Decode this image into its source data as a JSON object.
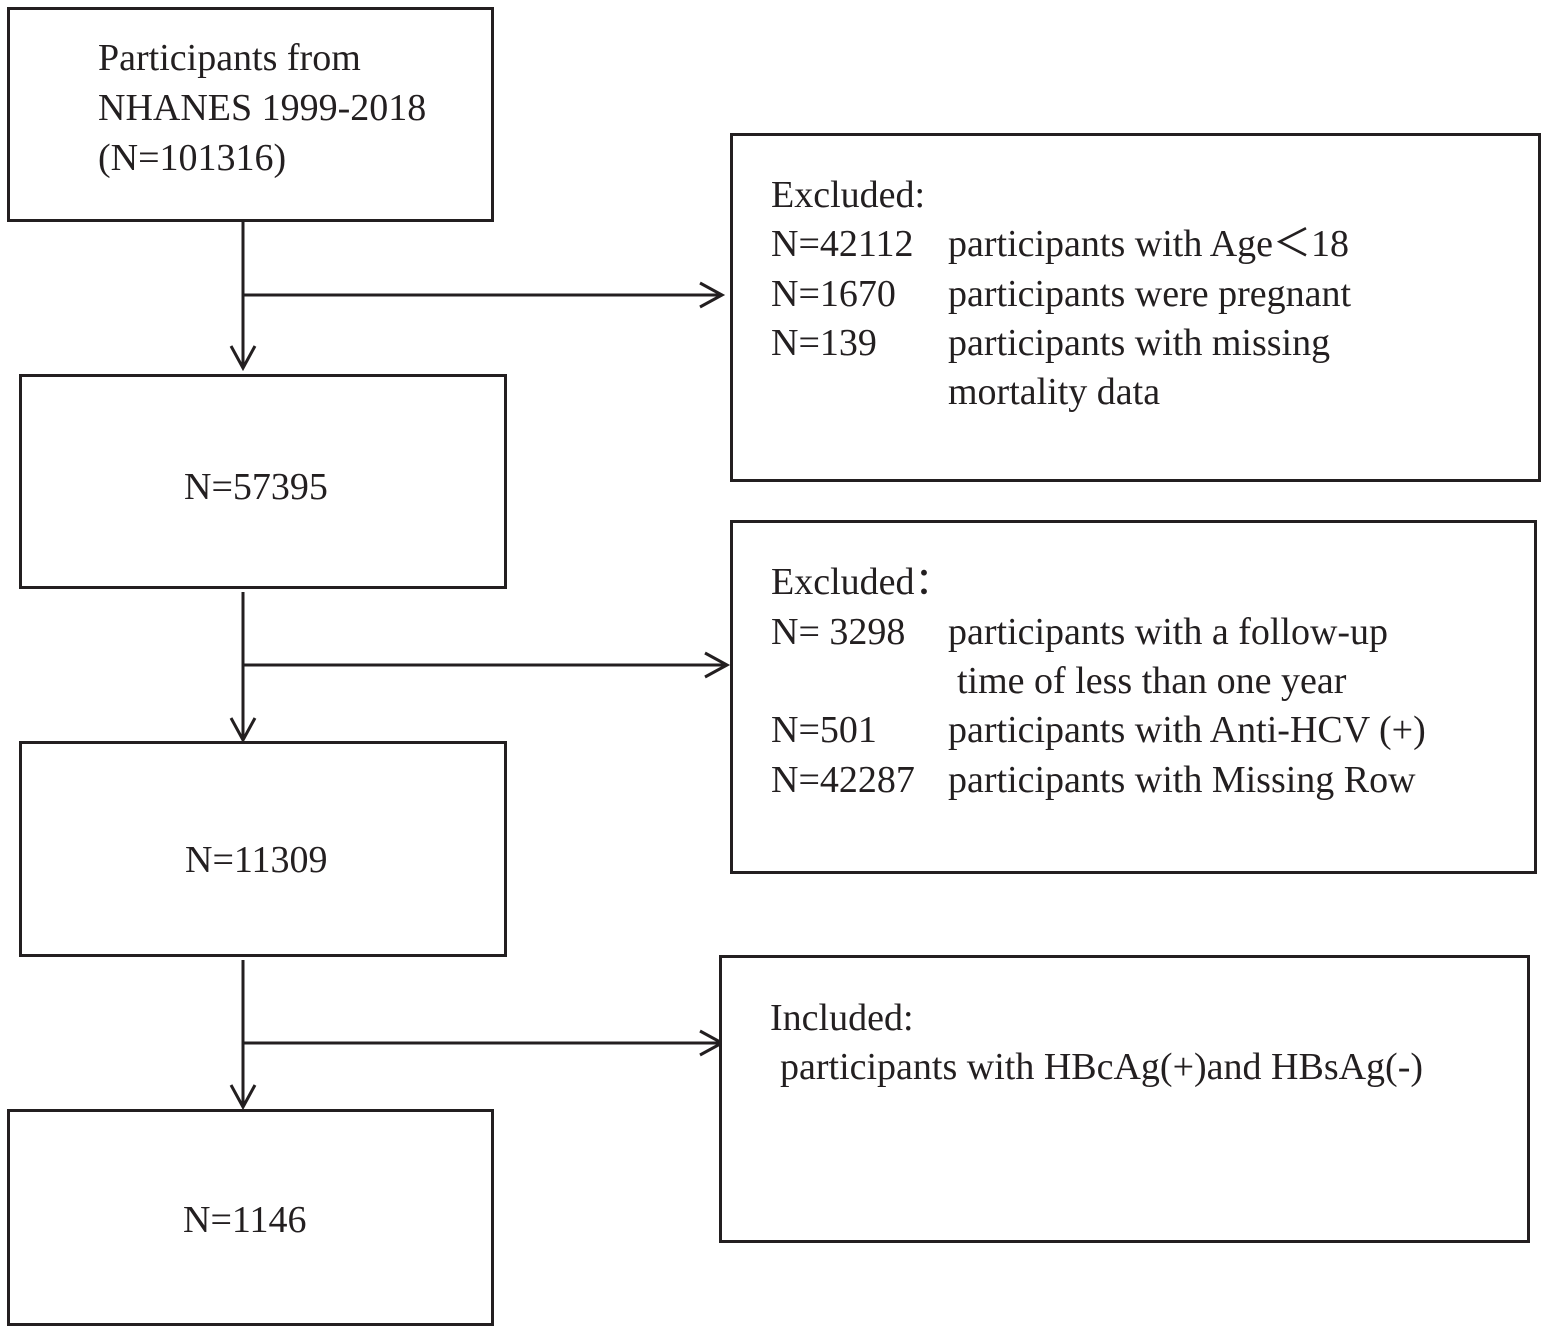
{
  "main_boxes": {
    "source": {
      "line1": "Participants from",
      "line2": "NHANES 1999-2018",
      "line3": "(N=101316)"
    },
    "step2": "N=57395",
    "step3": "N=11309",
    "final": "N=1146"
  },
  "exclusion1": {
    "heading": "Excluded:",
    "rows": [
      {
        "n": "N=42112",
        "desc": "participants with Age＜18"
      },
      {
        "n": "N=1670",
        "desc": "participants were pregnant"
      },
      {
        "n": "N=139",
        "desc": "participants with missing",
        "desc2": "mortality data"
      }
    ]
  },
  "exclusion2": {
    "heading": "Excluded：",
    "rows": [
      {
        "n": "N= 3298",
        "desc": "participants with a follow-up",
        "desc2": "time of less than one year"
      },
      {
        "n": "N=501",
        "desc": "participants with Anti-HCV (+)"
      },
      {
        "n": "N=42287",
        "desc": "participants with Missing Row"
      }
    ]
  },
  "inclusion": {
    "heading": "Included:",
    "desc": "participants with HBcAg(+)and  HBsAg(-)"
  }
}
